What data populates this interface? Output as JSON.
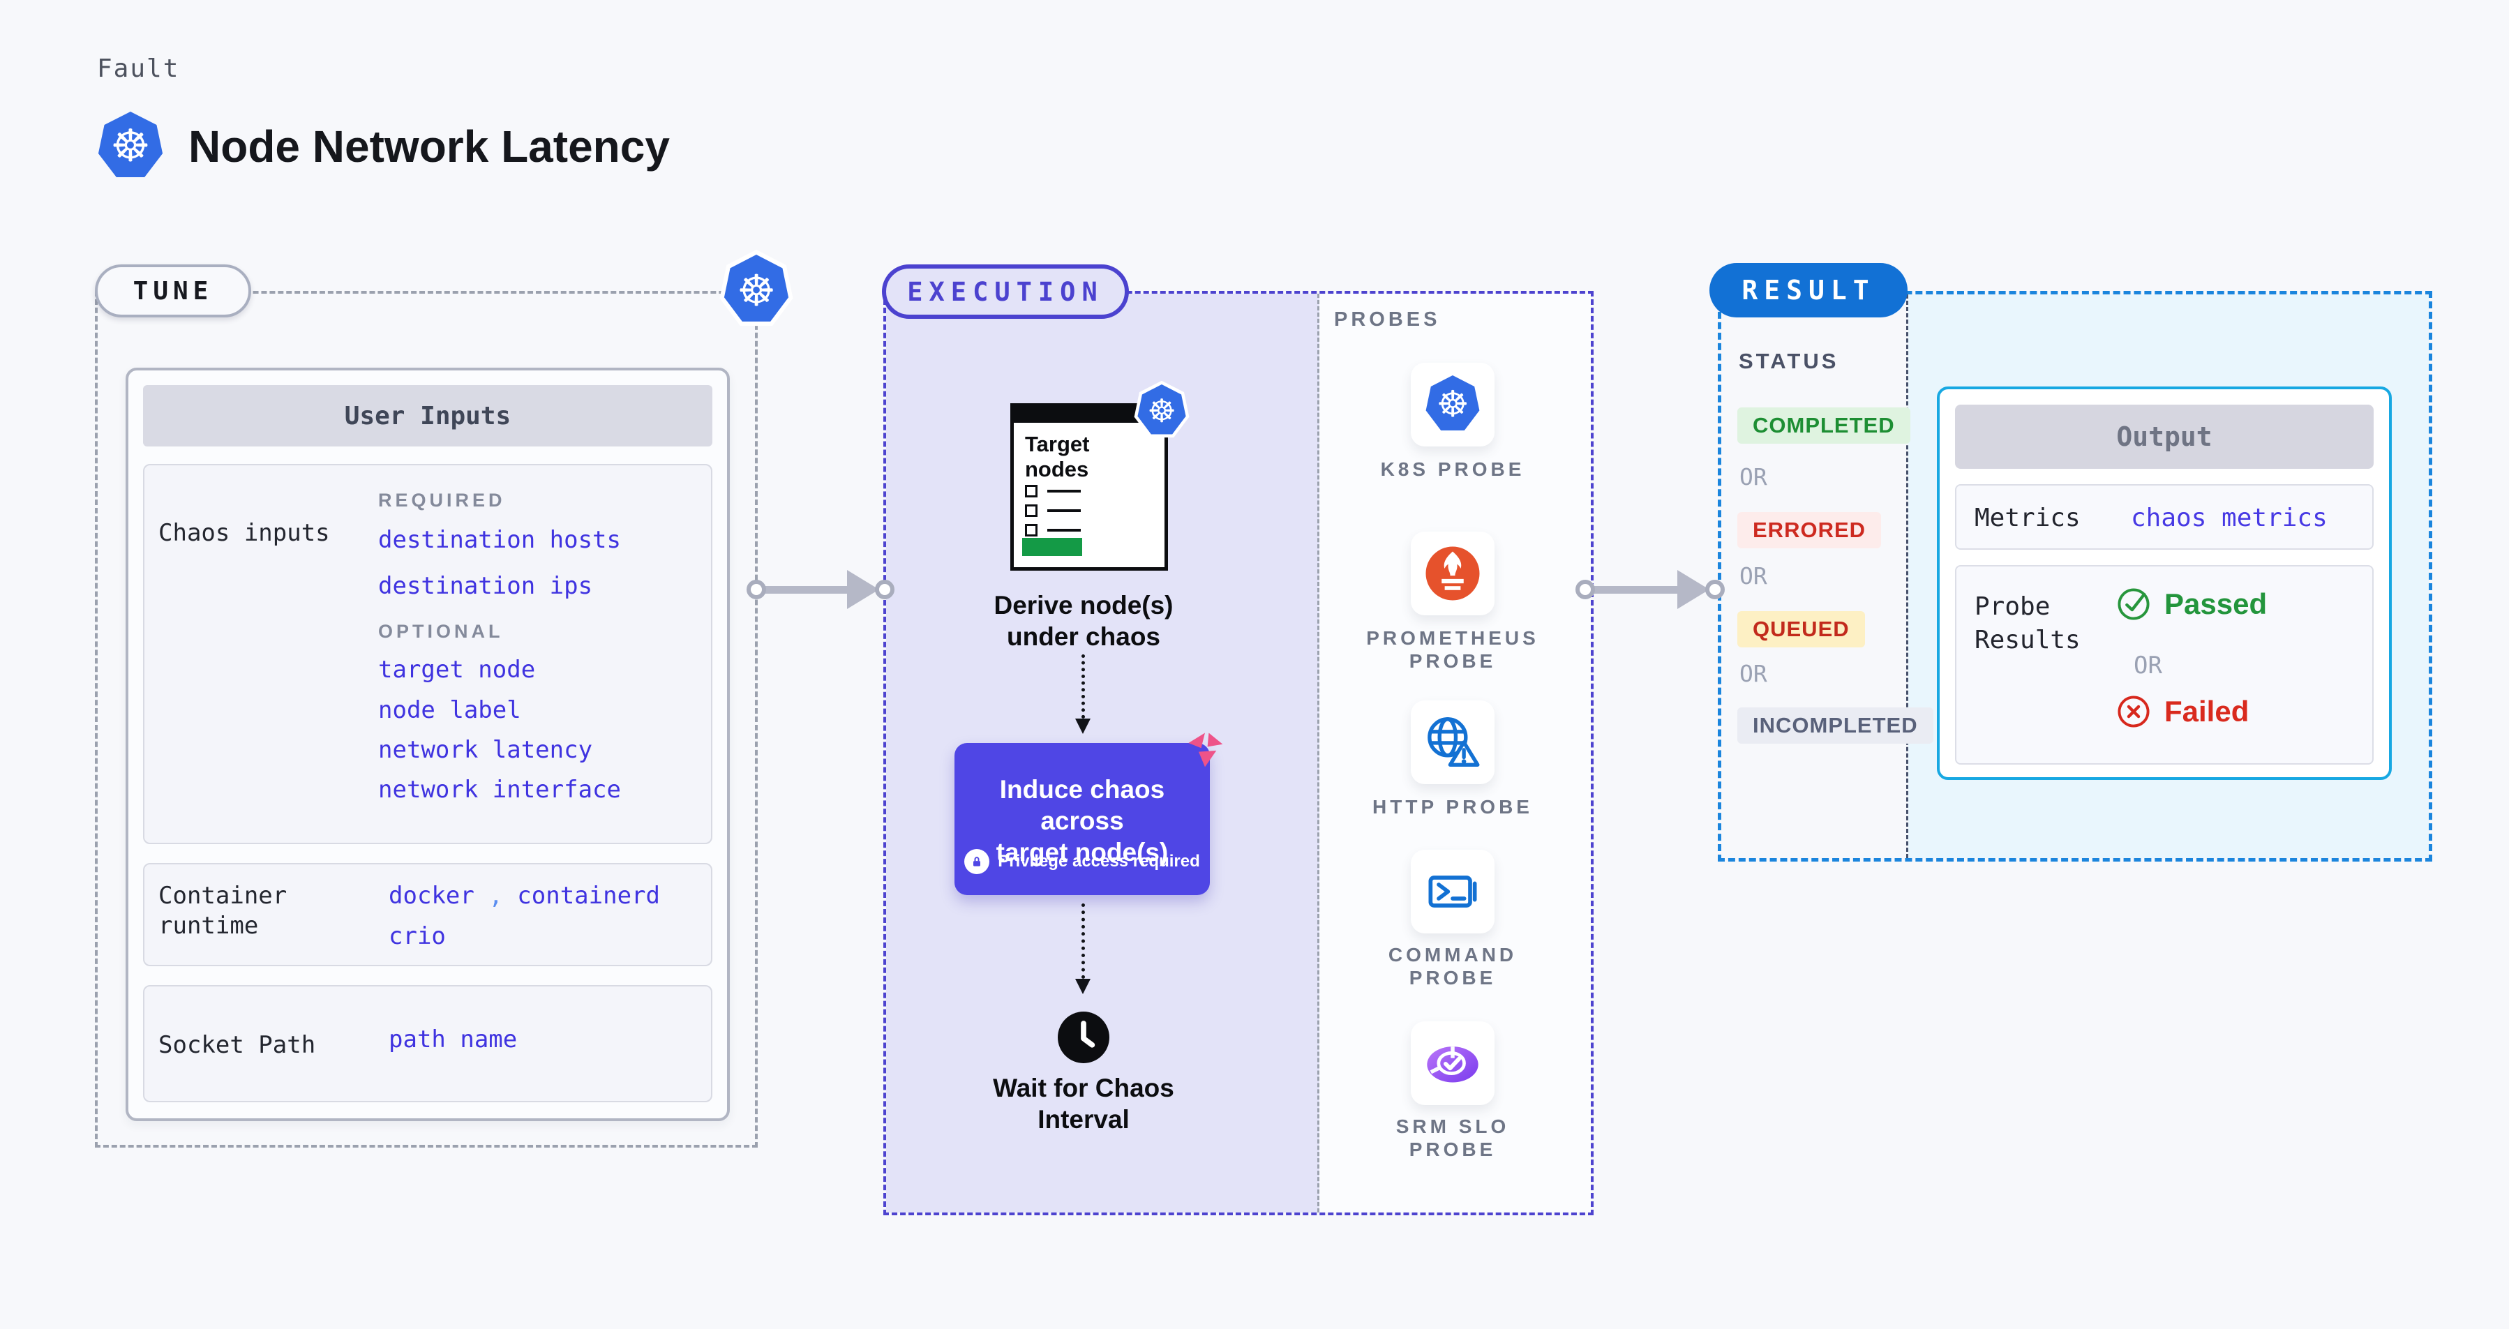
{
  "header": {
    "kicker": "Fault",
    "title": "Node Network Latency"
  },
  "tune": {
    "label": "TUNE",
    "card_title": "User Inputs",
    "chaos_row": {
      "label": "Chaos inputs",
      "required_heading": "REQUIRED",
      "required_items": [
        "destination hosts",
        "destination ips"
      ],
      "optional_heading": "OPTIONAL",
      "optional_items": [
        "target node",
        "node label",
        "network latency",
        "network interface"
      ]
    },
    "runtime_row": {
      "label_line1": "Container",
      "label_line2": "runtime",
      "value1": "docker",
      "comma": ",",
      "value2": "containerd",
      "value3": "crio"
    },
    "socket_row": {
      "label": "Socket Path",
      "value": "path name"
    }
  },
  "execution": {
    "label": "EXECUTION",
    "target_card": {
      "title_line1": "Target",
      "title_line2": "nodes"
    },
    "derive_line1": "Derive node(s)",
    "derive_line2": "under chaos",
    "induce_line1": "Induce chaos across",
    "induce_line2": "target node(s)",
    "privilege_note": "Privilege access required",
    "wait_line1": "Wait for Chaos",
    "wait_line2": "Interval"
  },
  "probes": {
    "label": "PROBES",
    "items": [
      {
        "icon": "kubernetes-icon",
        "line1": "K8S PROBE",
        "line2": ""
      },
      {
        "icon": "prometheus-icon",
        "line1": "PROMETHEUS",
        "line2": "PROBE"
      },
      {
        "icon": "http-globe-icon",
        "line1": "HTTP PROBE",
        "line2": ""
      },
      {
        "icon": "command-terminal-icon",
        "line1": "COMMAND",
        "line2": "PROBE"
      },
      {
        "icon": "srm-slo-icon",
        "line1": "SRM SLO",
        "line2": "PROBE"
      }
    ]
  },
  "result": {
    "label": "RESULT",
    "status_heading": "STATUS",
    "or": "OR",
    "statuses": [
      {
        "text": "COMPLETED",
        "fg": "#1d8e33",
        "bg": "#dff3e0"
      },
      {
        "text": "ERRORED",
        "fg": "#cd2a20",
        "bg": "#fdeceb"
      },
      {
        "text": "QUEUED",
        "fg": "#c22a1c",
        "bg": "#fdf0c4"
      },
      {
        "text": "INCOMPLETED",
        "fg": "#59617a",
        "bg": "#eaecf3"
      }
    ],
    "output": {
      "title": "Output",
      "metrics_label": "Metrics",
      "metrics_value": "chaos metrics",
      "probe_label_line1": "Probe",
      "probe_label_line2": "Results",
      "passed": "Passed",
      "or": "OR",
      "failed": "Failed"
    }
  },
  "colors": {
    "page_bg": "#f7f8fb",
    "indigo_accent": "#4b42cf",
    "induce_box": "#4f46e5",
    "result_pill": "#1271d5",
    "output_border": "#17a8e2",
    "link_blue": "#3f33e0",
    "kubernetes_blue": "#326ce5",
    "prometheus_orange": "#e6522c",
    "passed_green": "#23953c",
    "failed_red": "#d92a1e",
    "green_bar": "#149a46",
    "pink_icon": "#ee5389"
  }
}
